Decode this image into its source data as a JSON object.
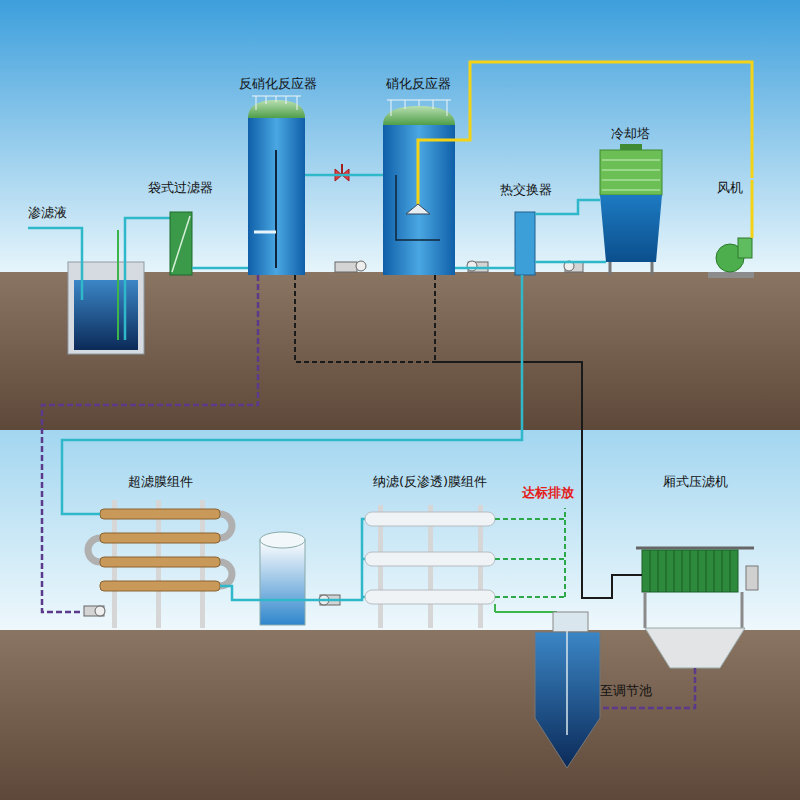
{
  "diagram": {
    "nodes": [
      {
        "text": [
          "袋式过滤器"
        ]
      },
      {
        "text": [
          "反硝化反应器"
        ]
      },
      {
        "text": [
          "硝化反应器"
        ]
      },
      {
        "text": [
          "热交换器"
        ]
      },
      {
        "text": [
          "冷却塔"
        ]
      },
      {
        "text": [
          "风机"
        ]
      },
      {
        "text": [
          "超滤膜组件"
        ]
      },
      {
        "text": [
          "纳滤(反渗透)膜组件"
        ]
      },
      {
        "text": [
          "厢式压滤机"
        ]
      }
    ],
    "edges": [
      {
        "from": 0,
        "to": 1,
        "arrow": "none"
      },
      {
        "from": 1,
        "to": 2,
        "arrow": "none"
      },
      {
        "from": 2,
        "to": 3,
        "arrow": "none"
      },
      {
        "from": 3,
        "to": 4,
        "arrow": "none"
      },
      {
        "from": 4,
        "to": 3,
        "arrow": "none"
      },
      {
        "from": 5,
        "to": 2,
        "arrow": "none"
      },
      {
        "from": 1,
        "to": 6,
        "arrow": "none"
      },
      {
        "from": 1,
        "to": 8,
        "arrow": "none"
      },
      {
        "from": 2,
        "to": 8,
        "arrow": "none"
      },
      {
        "from": 3,
        "to": 6,
        "arrow": "none"
      },
      {
        "from": 6,
        "to": 7,
        "arrow": "none"
      }
    ],
    "labels": [
      "渗滤液",
      "达标排放",
      "至调节池"
    ]
  }
}
